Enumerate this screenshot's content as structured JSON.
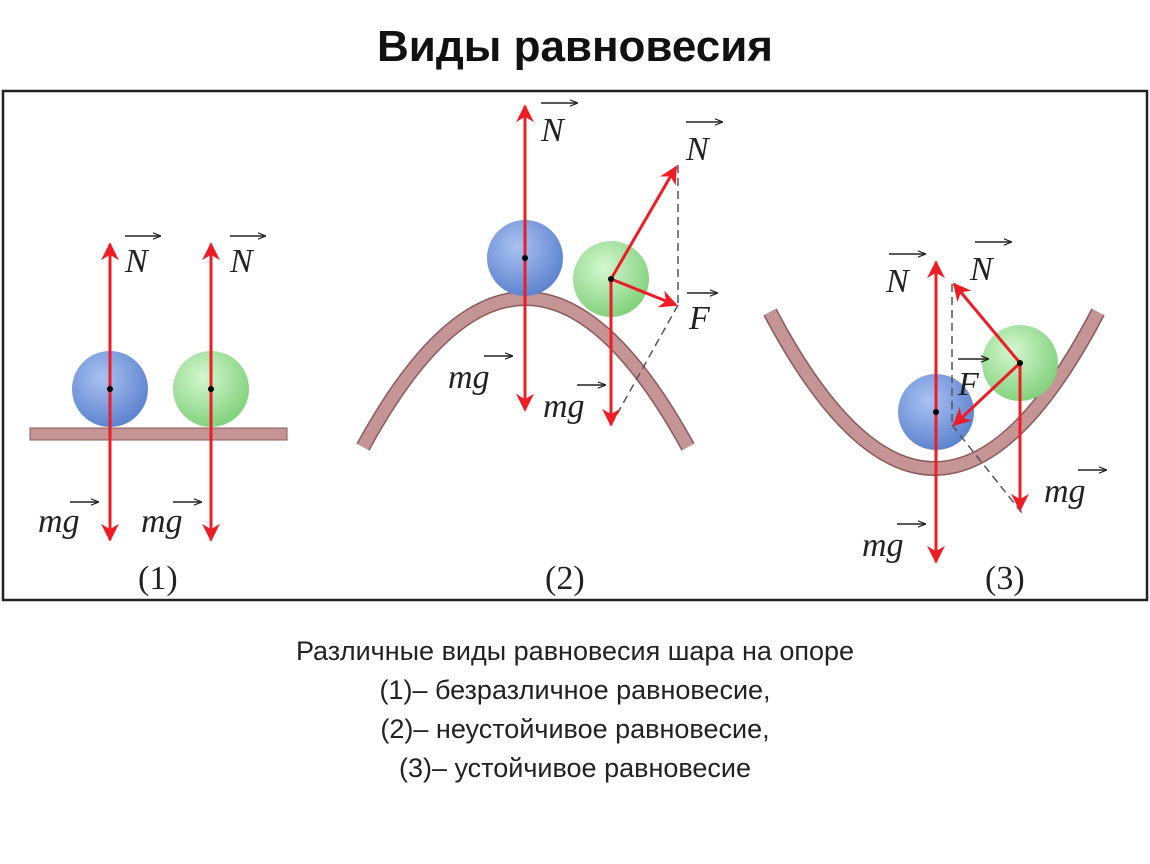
{
  "title": "Виды равновесия",
  "labels": {
    "normal": "N",
    "gravity": "mg",
    "force": "F",
    "fig1": "(1)",
    "fig2": "(2)",
    "fig3": "(3)"
  },
  "colors": {
    "arrow": "#ee1c25",
    "surface": "#c59494",
    "surface_edge": "#8a5a5a",
    "ball_blue": "#7899dc",
    "ball_green": "#9ee39a",
    "frame": "#222222"
  },
  "caption": {
    "line1": "Различные виды равновесия шара на опоре",
    "line2": "(1)– безразличное равновесие,",
    "line3": "(2)– неустойчивое равновесие,",
    "line4": "(3)– устойчивое равновесие"
  }
}
